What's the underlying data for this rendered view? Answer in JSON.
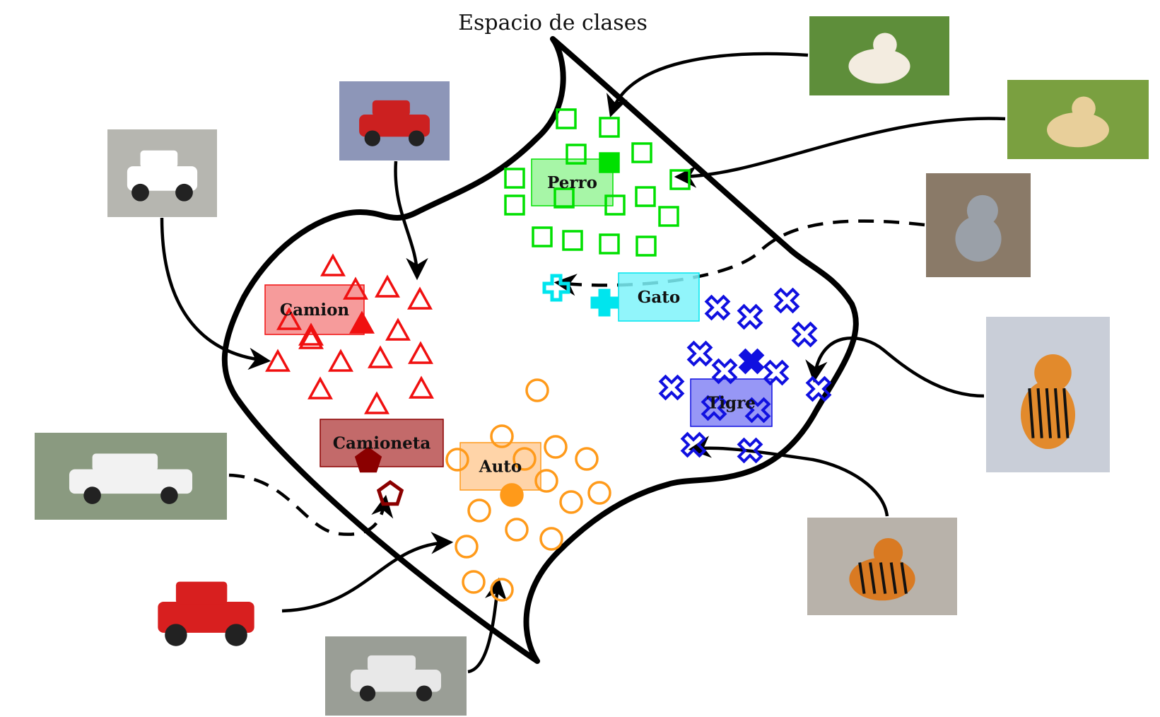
{
  "title": "Espacio de clases",
  "classes": [
    {
      "id": "perro",
      "label": "Perro",
      "color": "#00e000",
      "fill": "#98f598",
      "marker": "square"
    },
    {
      "id": "gato",
      "label": "Gato",
      "color": "#00e5ee",
      "fill": "#7ef3fa",
      "marker": "plus"
    },
    {
      "id": "tigre",
      "label": "Tigre",
      "color": "#1010e0",
      "fill": "#8585f5",
      "marker": "x"
    },
    {
      "id": "camion",
      "label": "Camion",
      "color": "#f01010",
      "fill": "#f58a8a",
      "marker": "triangle"
    },
    {
      "id": "camioneta",
      "label": "Camioneta",
      "color": "#8b0000",
      "fill": "#b85050",
      "marker": "pentagon"
    },
    {
      "id": "auto",
      "label": "Auto",
      "color": "#ff9a1a",
      "fill": "#ffcc99",
      "marker": "circle"
    }
  ],
  "photos": [
    {
      "id": "dog-photo-1",
      "depicts": "dog",
      "bg": "#5e8e3a",
      "fg": "#f3ece0"
    },
    {
      "id": "dog-photo-2",
      "depicts": "dog",
      "bg": "#7aa040",
      "fg": "#e8cf9a"
    },
    {
      "id": "cat-photo",
      "depicts": "cat",
      "bg": "#8a7a68",
      "fg": "#9aa0a8"
    },
    {
      "id": "tiger-photo-1",
      "depicts": "tiger",
      "bg": "#c9ced8",
      "fg": "#e28a2c"
    },
    {
      "id": "tiger-photo-2",
      "depicts": "tiger",
      "bg": "#b8b2aa",
      "fg": "#d97a22"
    },
    {
      "id": "truck-photo-1",
      "depicts": "truck",
      "bg": "#b6b6b0",
      "fg": "#ffffff"
    },
    {
      "id": "truck-photo-2",
      "depicts": "truck",
      "bg": "#8d96b8",
      "fg": "#cc2020"
    },
    {
      "id": "pickup-photo",
      "depicts": "pickup",
      "bg": "#8a9a80",
      "fg": "#f2f2f2"
    },
    {
      "id": "car-photo-1",
      "depicts": "car",
      "bg": "#ffffff",
      "fg": "#d81f1f"
    },
    {
      "id": "car-photo-2",
      "depicts": "car",
      "bg": "#9a9e96",
      "fg": "#e8e8e8"
    }
  ]
}
